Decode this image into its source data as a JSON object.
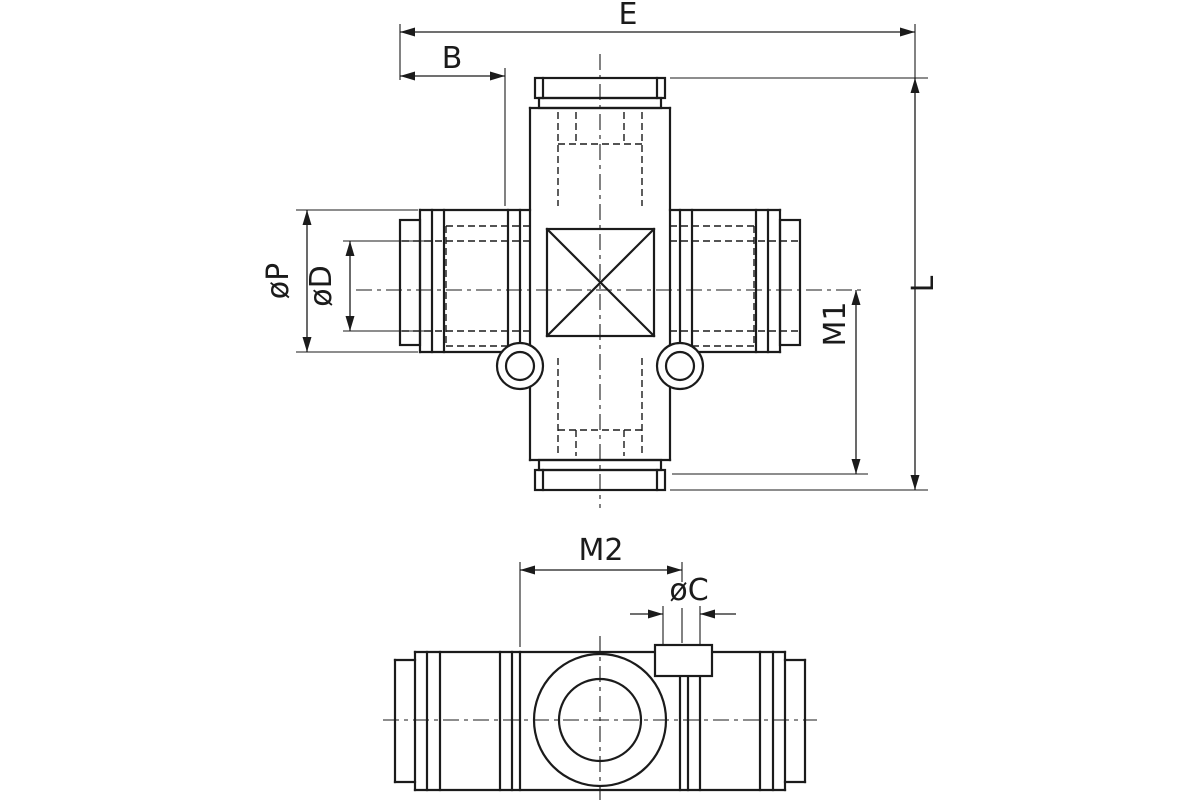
{
  "colors": {
    "line": "#1b1b1b",
    "background": "#ffffff"
  },
  "front_view": {
    "labels": {
      "e": "E",
      "b": "B",
      "p": "øP",
      "d": "øD",
      "m1": "M1",
      "l": "L"
    }
  },
  "side_view": {
    "labels": {
      "m2": "M2",
      "c": "øC"
    }
  }
}
